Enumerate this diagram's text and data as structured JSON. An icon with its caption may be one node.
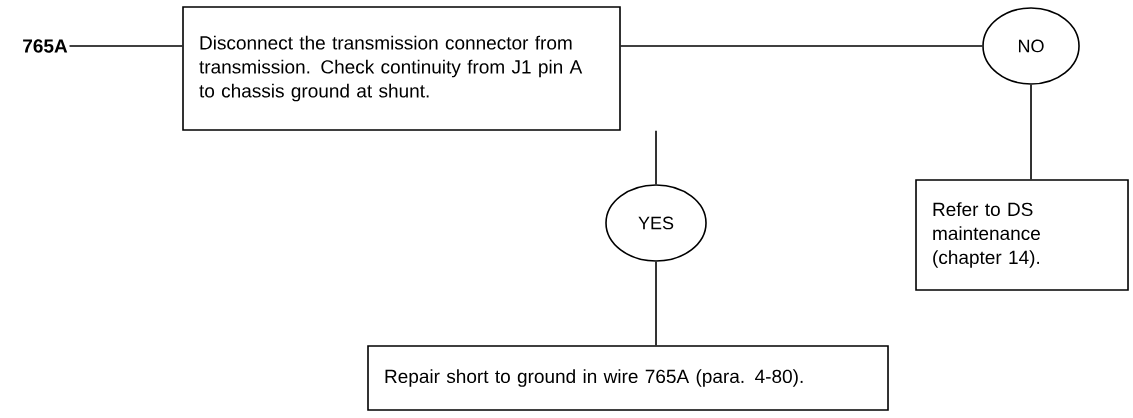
{
  "diagram": {
    "nodes": [
      {
        "text": [
          "765A"
        ]
      },
      {
        "text": [
          "Disconnect the transmission connector from transmission. Check continuity from J1 pin A to chassis ground at shunt."
        ]
      },
      {
        "text": [
          "NO"
        ]
      },
      {
        "text": [
          "YES"
        ]
      },
      {
        "text": [
          "Refer to DS maintenance (chapter 14)."
        ]
      },
      {
        "text": [
          "Repair short to ground in wire 765A (para. 4-80)."
        ]
      }
    ],
    "edges": [
      {
        "from": 0,
        "to": 1,
        "arrow": "none"
      },
      {
        "from": 1,
        "to": 2,
        "arrow": "none"
      },
      {
        "from": 1,
        "to": 3,
        "arrow": "none"
      },
      {
        "from": 2,
        "to": 4,
        "arrow": "none"
      },
      {
        "from": 3,
        "to": 5,
        "arrow": "none"
      }
    ]
  }
}
